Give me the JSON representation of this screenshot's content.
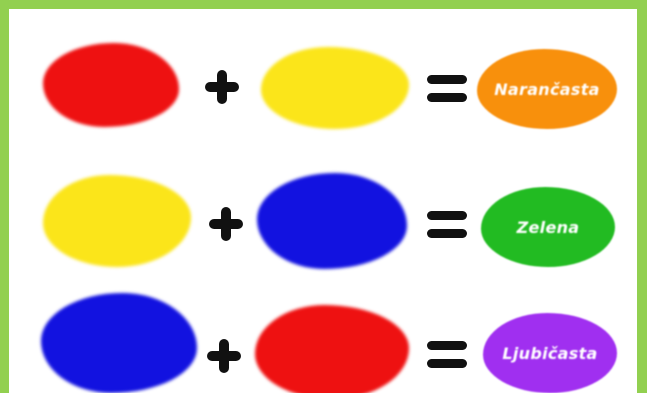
{
  "colors": {
    "red": "#ee1111",
    "yellow": "#fbe51a",
    "blue": "#1212e0",
    "orange": "#f8900c",
    "green": "#22bb22",
    "purple": "#a02ff0",
    "frame": "#92d050",
    "symbol": "#111111"
  },
  "equations": [
    {
      "left": "red",
      "right": "yellow",
      "result_color": "orange",
      "result_label": "Narančasta"
    },
    {
      "left": "yellow",
      "right": "blue",
      "result_color": "green",
      "result_label": "Zelena"
    },
    {
      "left": "blue",
      "right": "red",
      "result_color": "purple",
      "result_label": "Ljubičasta"
    }
  ]
}
